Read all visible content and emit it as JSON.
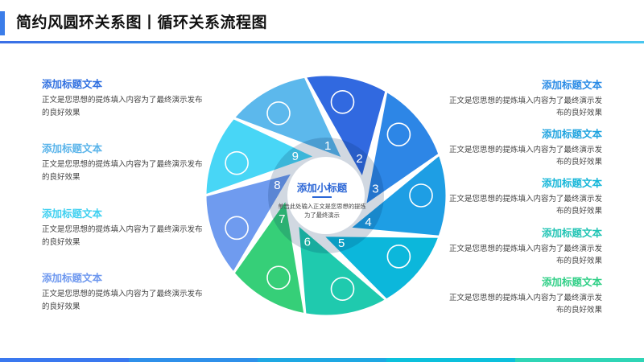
{
  "header": {
    "title": "简约风圆环关系图丨循环关系流程图",
    "accent_color": "#3b7de9"
  },
  "center": {
    "title": "添加小标题",
    "text": "单击此处输入正文是您思想的提炼为了最终演示"
  },
  "left_items": [
    {
      "title": "添加标题文本",
      "body": "正文是您思想的提炼填入内容为了最终演示发布的良好效果",
      "color": "#2f6fe0"
    },
    {
      "title": "添加标题文本",
      "body": "正文是您思想的提炼填入内容为了最终演示发布的良好效果",
      "color": "#5ab4ea"
    },
    {
      "title": "添加标题文本",
      "body": "正文是您思想的提炼填入内容为了最终演示发布的良好效果",
      "color": "#3fd0f0"
    },
    {
      "title": "添加标题文本",
      "body": "正文是您思想的提炼填入内容为了最终演示发布的良好效果",
      "color": "#6e98ef"
    }
  ],
  "right_items": [
    {
      "title": "添加标题文本",
      "body": "正文是您思想的提炼填入内容为了最终演示发布的良好效果",
      "color": "#2a8be6"
    },
    {
      "title": "添加标题文本",
      "body": "正文是您思想的提炼填入内容为了最终演示发布的良好效果",
      "color": "#1ea3df"
    },
    {
      "title": "添加标题文本",
      "body": "正文是您思想的提炼填入内容为了最终演示发布的良好效果",
      "color": "#14b6d8"
    },
    {
      "title": "添加标题文本",
      "body": "正文是您思想的提炼填入内容为了最终演示发布的良好效果",
      "color": "#21c4b4"
    },
    {
      "title": "添加标题文本",
      "body": "正文是您思想的提炼填入内容为了最终演示发布的良好效果",
      "color": "#2fcf86"
    }
  ],
  "segments": [
    {
      "number": "1",
      "icon": "bomb-icon",
      "color": "#3169e0"
    },
    {
      "number": "2",
      "icon": "book-icon",
      "color": "#2d86e6"
    },
    {
      "number": "3",
      "icon": "gear-flask-icon",
      "color": "#1e9ee4"
    },
    {
      "number": "4",
      "icon": "test-tubes-icon",
      "color": "#0cb7db"
    },
    {
      "number": "5",
      "icon": "test-tube-icon",
      "color": "#1fcaae"
    },
    {
      "number": "6",
      "icon": "pill-icon",
      "color": "#36cf78"
    },
    {
      "number": "7",
      "icon": "flask-tube-icon",
      "color": "#6f9bef"
    },
    {
      "number": "8",
      "icon": "water-drop-icon",
      "color": "#48d6f6"
    },
    {
      "number": "9",
      "icon": "flask-warning-icon",
      "color": "#5cb8ec"
    }
  ],
  "bottom_bar_colors": [
    "#3a78ef",
    "#2f90ea",
    "#1ea8e3",
    "#0cc0dc",
    "#2fd5b6"
  ]
}
